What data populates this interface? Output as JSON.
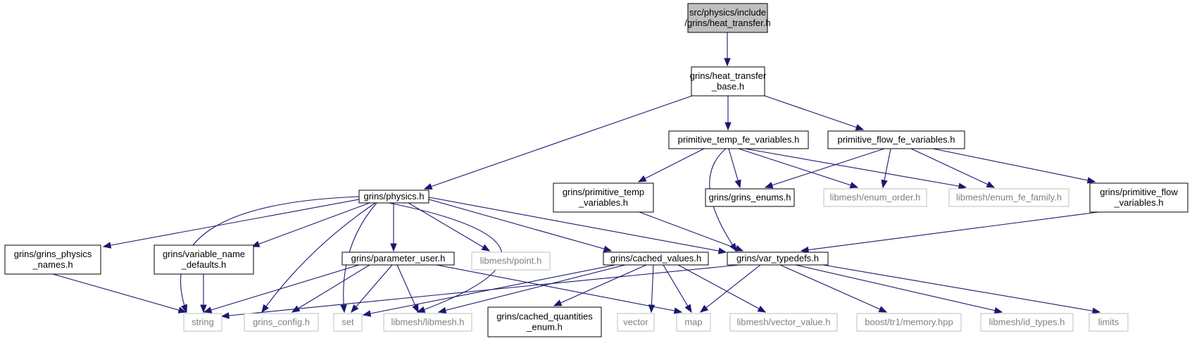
{
  "colors": {
    "edge": "#191970",
    "root_fill": "#bfbfbf",
    "node_border": "#000000",
    "external_border": "#bfbfbf",
    "text": "#000000",
    "external_text": "#808080"
  },
  "nodes": [
    {
      "id": "root",
      "lines": [
        "src/physics/include",
        "/grins/heat_transfer.h"
      ],
      "style": "root"
    },
    {
      "id": "htbase",
      "lines": [
        "grins/heat_transfer",
        "_base.h"
      ],
      "style": "normal"
    },
    {
      "id": "physics",
      "lines": [
        "grins/physics.h"
      ],
      "style": "normal"
    },
    {
      "id": "ptfe",
      "lines": [
        "primitive_temp_fe_variables.h"
      ],
      "style": "normal"
    },
    {
      "id": "pffe",
      "lines": [
        "primitive_flow_fe_variables.h"
      ],
      "style": "normal"
    },
    {
      "id": "ptv",
      "lines": [
        "grins/primitive_temp",
        "_variables.h"
      ],
      "style": "normal"
    },
    {
      "id": "genums",
      "lines": [
        "grins/grins_enums.h"
      ],
      "style": "normal"
    },
    {
      "id": "eorder",
      "lines": [
        "libmesh/enum_order.h"
      ],
      "style": "external"
    },
    {
      "id": "efamily",
      "lines": [
        "libmesh/enum_fe_family.h"
      ],
      "style": "external"
    },
    {
      "id": "pfv",
      "lines": [
        "grins/primitive_flow",
        "_variables.h"
      ],
      "style": "normal"
    },
    {
      "id": "gpn",
      "lines": [
        "grins/grins_physics",
        "_names.h"
      ],
      "style": "normal"
    },
    {
      "id": "vnd",
      "lines": [
        "grins/variable_name",
        "_defaults.h"
      ],
      "style": "normal"
    },
    {
      "id": "puser",
      "lines": [
        "grins/parameter_user.h"
      ],
      "style": "normal"
    },
    {
      "id": "lpoint",
      "lines": [
        "libmesh/point.h"
      ],
      "style": "external"
    },
    {
      "id": "cval",
      "lines": [
        "grins/cached_values.h"
      ],
      "style": "normal"
    },
    {
      "id": "vtd",
      "lines": [
        "grins/var_typedefs.h"
      ],
      "style": "normal"
    },
    {
      "id": "string",
      "lines": [
        "string"
      ],
      "style": "external"
    },
    {
      "id": "gconfig",
      "lines": [
        "grins_config.h"
      ],
      "style": "external"
    },
    {
      "id": "set",
      "lines": [
        "set"
      ],
      "style": "external"
    },
    {
      "id": "libmesh",
      "lines": [
        "libmesh/libmesh.h"
      ],
      "style": "external"
    },
    {
      "id": "cqe",
      "lines": [
        "grins/cached_quantities",
        "_enum.h"
      ],
      "style": "normal"
    },
    {
      "id": "vector",
      "lines": [
        "vector"
      ],
      "style": "external"
    },
    {
      "id": "map",
      "lines": [
        "map"
      ],
      "style": "external"
    },
    {
      "id": "vval",
      "lines": [
        "libmesh/vector_value.h"
      ],
      "style": "external"
    },
    {
      "id": "memory",
      "lines": [
        "boost/tr1/memory.hpp"
      ],
      "style": "external"
    },
    {
      "id": "idtypes",
      "lines": [
        "libmesh/id_types.h"
      ],
      "style": "external"
    },
    {
      "id": "limits",
      "lines": [
        "limits"
      ],
      "style": "external"
    }
  ]
}
